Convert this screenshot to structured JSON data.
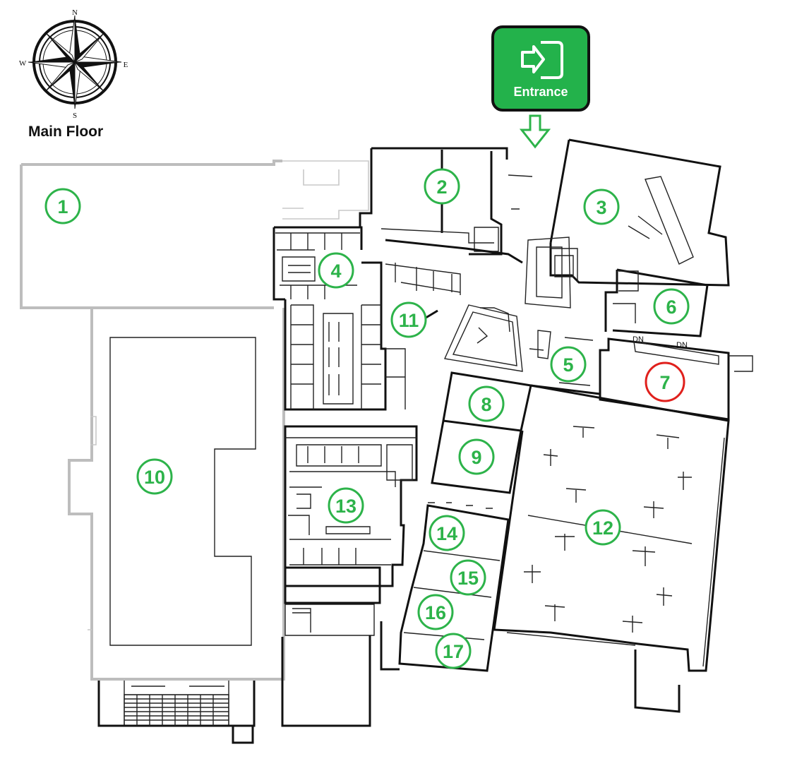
{
  "map": {
    "floor_title": "Main Floor",
    "entrance_label": "Entrance",
    "compass": {
      "n": "N",
      "s": "S",
      "e": "E",
      "w": "W"
    },
    "stair_labels": [
      "DN",
      "DN"
    ],
    "rooms": [
      {
        "id": "1",
        "label": "1"
      },
      {
        "id": "2",
        "label": "2"
      },
      {
        "id": "3",
        "label": "3"
      },
      {
        "id": "4",
        "label": "4"
      },
      {
        "id": "5",
        "label": "5"
      },
      {
        "id": "6",
        "label": "6"
      },
      {
        "id": "7",
        "label": "7"
      },
      {
        "id": "8",
        "label": "8"
      },
      {
        "id": "9",
        "label": "9"
      },
      {
        "id": "10",
        "label": "10"
      },
      {
        "id": "11",
        "label": "11"
      },
      {
        "id": "12",
        "label": "12"
      },
      {
        "id": "13",
        "label": "13"
      },
      {
        "id": "14",
        "label": "14"
      },
      {
        "id": "15",
        "label": "15"
      },
      {
        "id": "16",
        "label": "16"
      },
      {
        "id": "17",
        "label": "17"
      }
    ],
    "highlighted_room": "7",
    "colors": {
      "room_marker": "#2db34a",
      "highlight": "#e0201c",
      "entrance_bg": "#23b24b"
    }
  }
}
